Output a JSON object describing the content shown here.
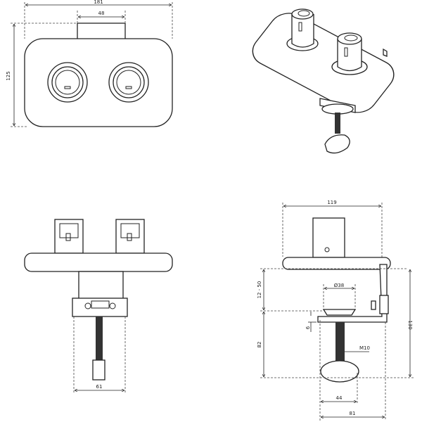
{
  "views": {
    "top": {
      "dim_width": "181",
      "dim_tab": "48",
      "dim_height": "125"
    },
    "isometric": {},
    "front": {
      "dim_clamp_width": "61"
    },
    "side": {
      "dim_width": "119",
      "dim_clamp_range": "12 - 50",
      "dim_total_height": "130",
      "dim_pad_diameter": "Ø38",
      "dim_jaw_thickness": "6",
      "dim_lower": "82",
      "thread": "M10",
      "dim_knob": "44",
      "dim_depth": "81"
    }
  }
}
